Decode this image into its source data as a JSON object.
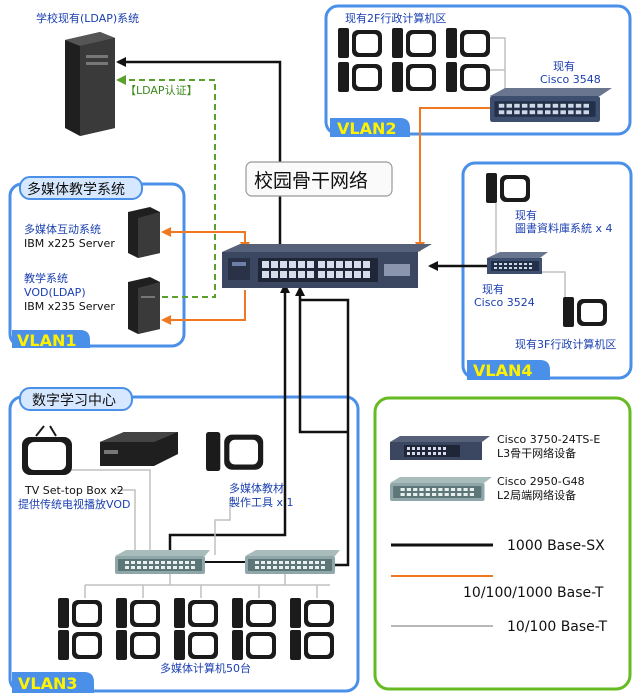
{
  "ldap_system": "学校现有(LDAP)系统",
  "ldap_auth": "【LDAP认证】",
  "backbone": "校园骨干网络",
  "vlan2": {
    "title": "现有2F行政计算机区",
    "switch_line1": "现有",
    "switch_line2": "Cisco 3548",
    "badge": "VLAN2"
  },
  "vlan1": {
    "title": "多媒体教学系统",
    "server1_line1": "多媒体互动系统",
    "server1_line2": "IBM x225 Server",
    "server2_line1": "教学系统",
    "server2_line2": "VOD(LDAP)",
    "server2_line3": "IBM x235 Server",
    "badge": "VLAN1"
  },
  "vlan4": {
    "lib_line1": "现有",
    "lib_line2": "圖書資料庫系統 x 4",
    "switch_line1": "现有",
    "switch_line2": "Cisco 3524",
    "office": "现有3F行政计算机区",
    "badge": "VLAN4"
  },
  "vlan3": {
    "title": "数字学习中心",
    "tv_line1": "TV Set-top Box x2",
    "tv_line2": "提供传统电视播放VOD",
    "tool_line1": "多媒体教材",
    "tool_line2": "製作工具 x 1",
    "pcs": "多媒体计算机50台",
    "badge": "VLAN3"
  },
  "legend": {
    "sw1_line1": "Cisco 3750-24TS-E",
    "sw1_line2": "L3骨干网络设备",
    "sw2_line1": "Cisco 2950-G48",
    "sw2_line2": "L2局端网络设备",
    "line1": "1000 Base-SX",
    "line2": "10/100/1000 Base-T",
    "line3": "10/100 Base-T"
  },
  "colors": {
    "vlan_border": "#4a8fe8",
    "badge_bg": "#4a8fe8",
    "badge_text": "#fff200",
    "fiber": "#111111",
    "gigabit": "#f07820",
    "fast": "#b8b8b8",
    "ldap_dash": "#5aa02c",
    "legend_border": "#66bb22"
  }
}
